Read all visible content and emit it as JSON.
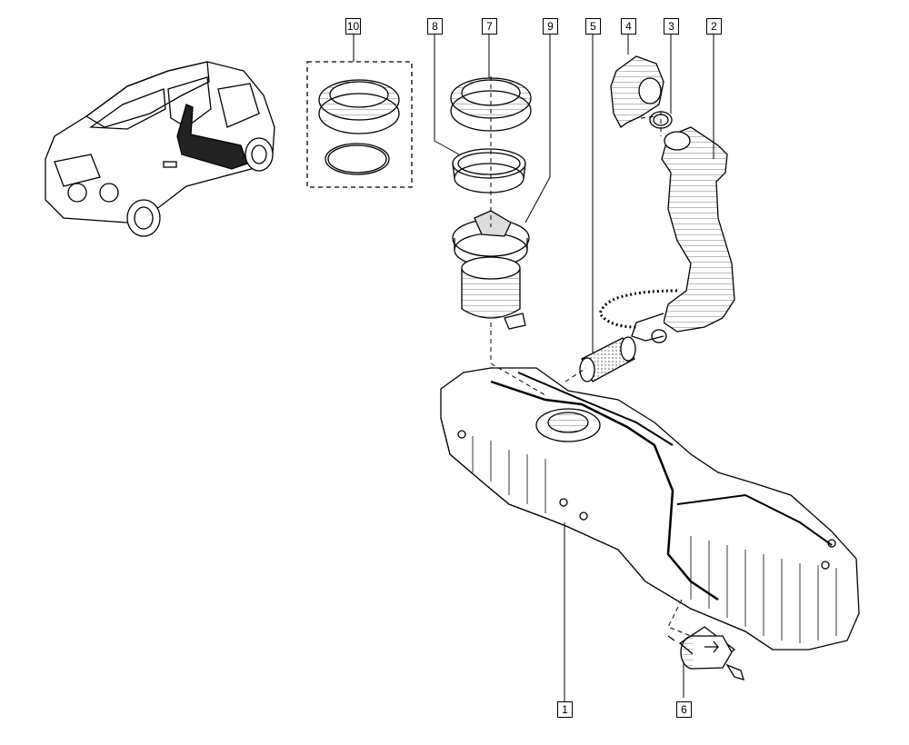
{
  "callouts": [
    {
      "id": "c1",
      "label": "1"
    },
    {
      "id": "c2",
      "label": "2"
    },
    {
      "id": "c3",
      "label": "3"
    },
    {
      "id": "c4",
      "label": "4"
    },
    {
      "id": "c5",
      "label": "5"
    },
    {
      "id": "c6",
      "label": "6"
    },
    {
      "id": "c7",
      "label": "7"
    },
    {
      "id": "c8",
      "label": "8"
    },
    {
      "id": "c9",
      "label": "9"
    },
    {
      "id": "c10",
      "label": "10"
    }
  ],
  "colors": {
    "stroke": "#000000",
    "fill": "#ffffff",
    "hatch": "#444444"
  }
}
